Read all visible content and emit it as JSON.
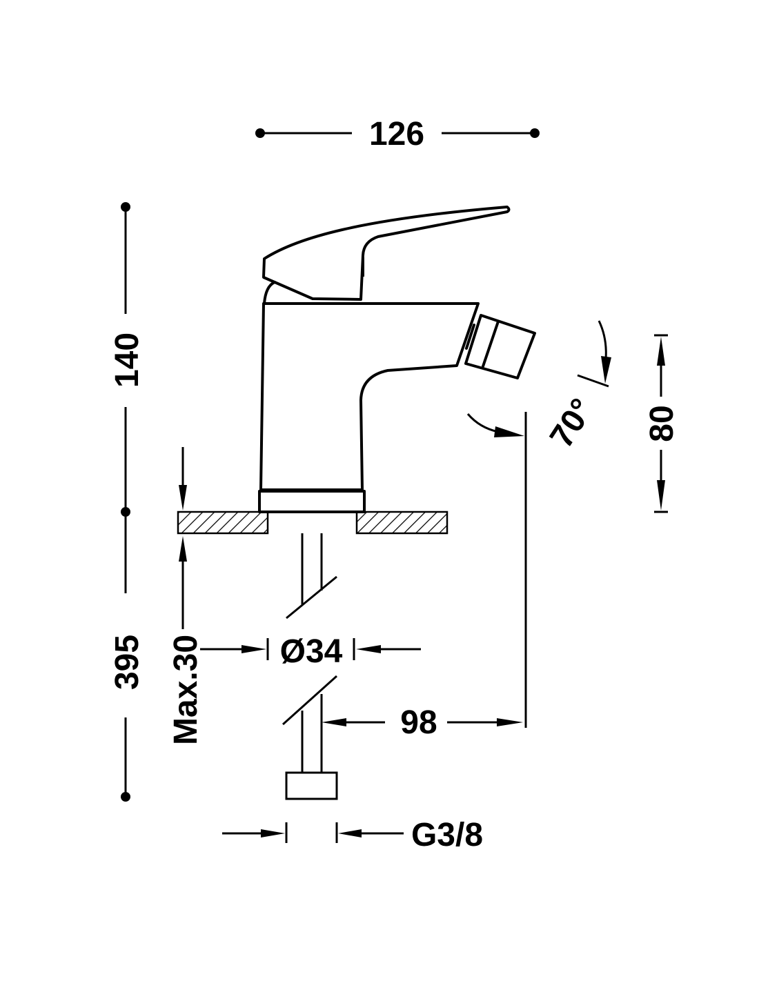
{
  "dimensions": {
    "width": "126",
    "height_total": "140",
    "height_install": "395",
    "max_thickness": "Max.30",
    "hole_diameter": "Ø34",
    "reach": "98",
    "connection": "G3/8",
    "angle": "70°",
    "spout_height": "80"
  },
  "colors": {
    "line": "#000000",
    "background": "#ffffff"
  }
}
